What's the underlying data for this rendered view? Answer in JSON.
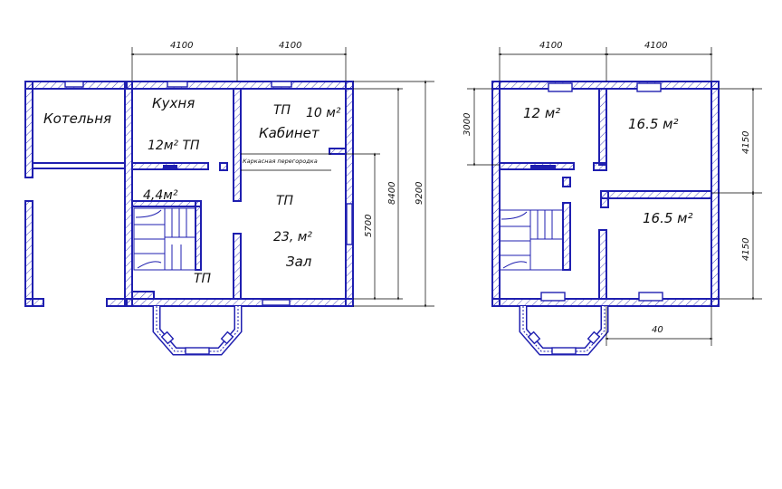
{
  "colors": {
    "wall": "#1f1fb0",
    "dimension": "#000000",
    "background": "#ffffff"
  },
  "plan1": {
    "rooms": {
      "boiler": "Котельня",
      "kitchen": "Кухня",
      "kitchen_area": "12м² ТП",
      "small_area": "4,4м²",
      "office_tp": "ТП",
      "office_area": "10 м²",
      "office": "Кабинет",
      "partition_note": "Каркасная перегородка",
      "hall_tp": "ТП",
      "hall_area": "23, м²",
      "hall": "Зал",
      "stair_tp": "ТП"
    },
    "dims": {
      "top_left": "4100",
      "top_right": "4100",
      "right_inner": "5700",
      "right_mid": "8400",
      "right_outer": "9200"
    }
  },
  "plan2": {
    "rooms": {
      "room_a": "12 м²",
      "room_b": "16.5 м²",
      "room_c": "16.5 м²"
    },
    "dims": {
      "top_left": "4100",
      "top_right": "4100",
      "left": "3000",
      "right_top": "4150",
      "right_bottom": "4150",
      "bottom": "40"
    }
  }
}
